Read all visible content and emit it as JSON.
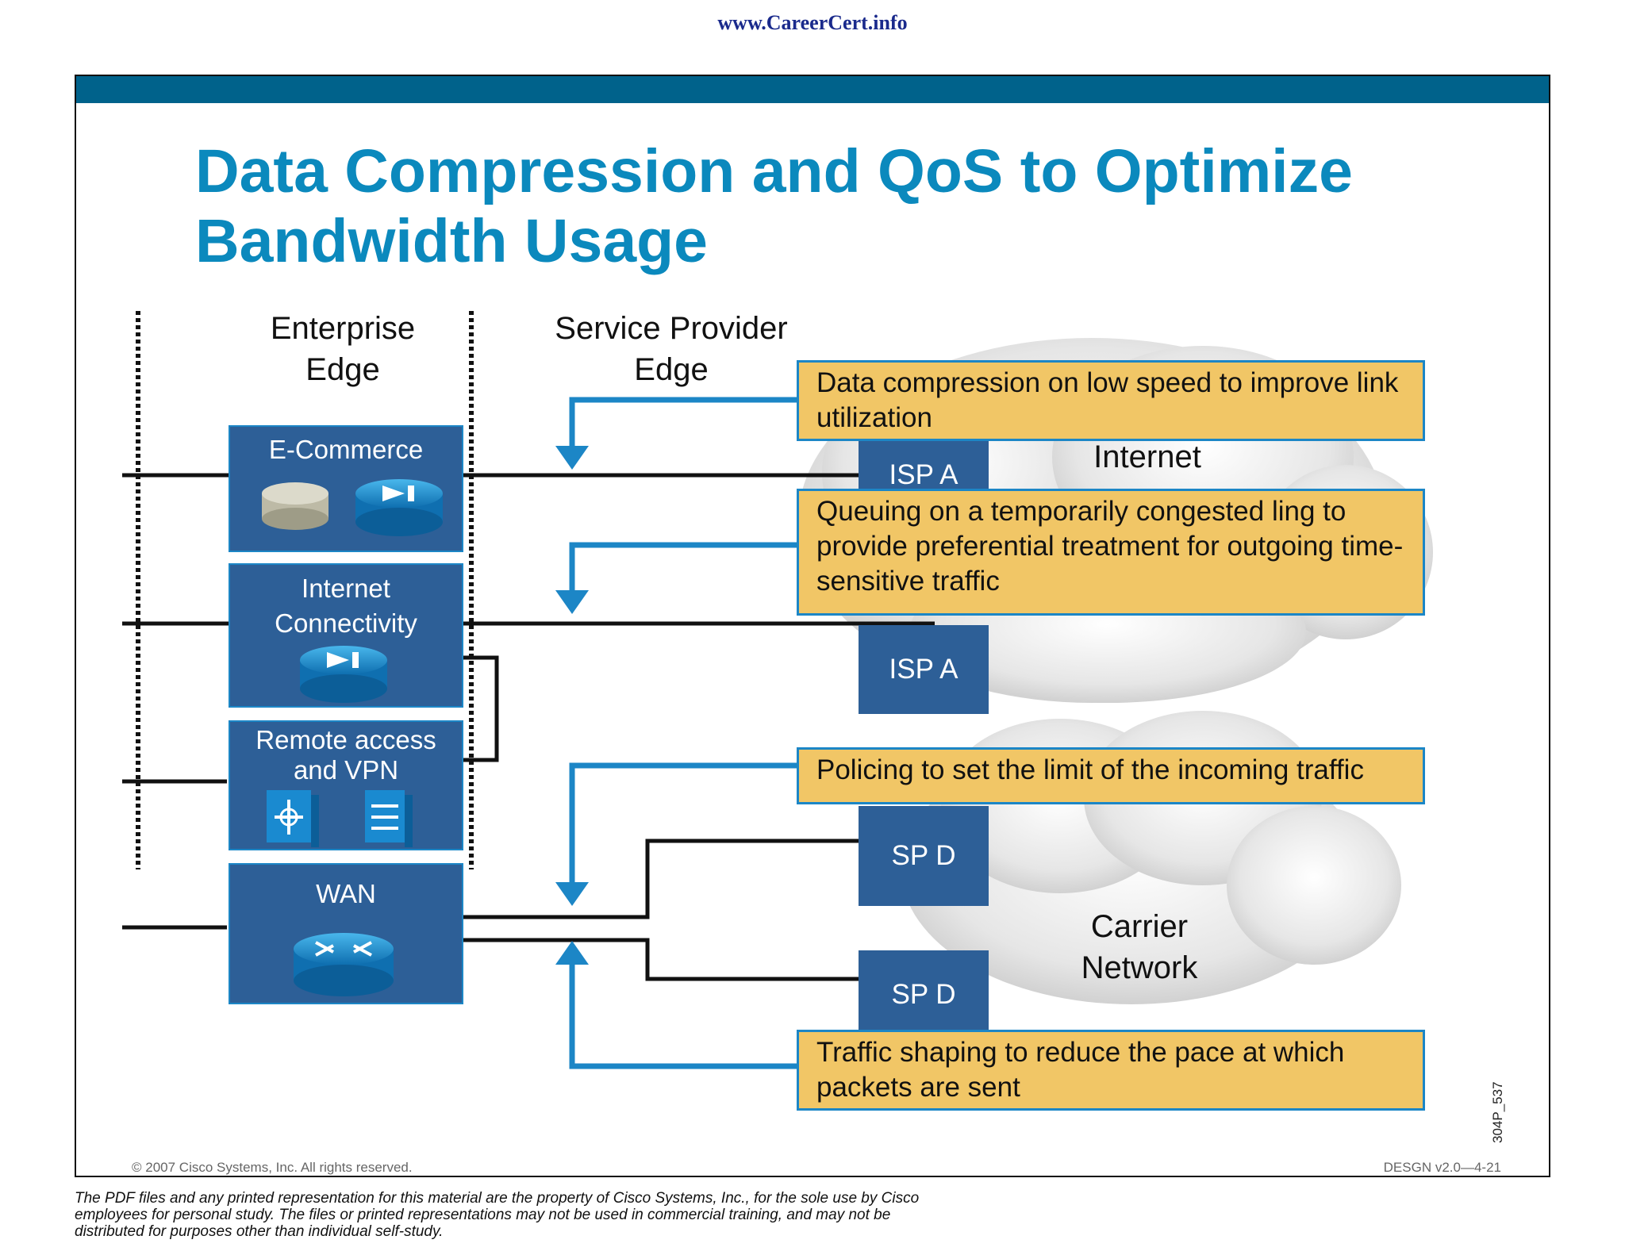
{
  "header": {
    "site_url": "www.CareerCert.info"
  },
  "slide": {
    "title": "Data Compression and QoS to Optimize Bandwidth Usage",
    "columns": {
      "enterprise": "Enterprise Edge",
      "provider": "Service Provider Edge"
    },
    "blocks": [
      {
        "label": "E-Commerce",
        "icons": [
          "server-icon",
          "router-icon"
        ]
      },
      {
        "label": "Internet Connectivity",
        "icons": [
          "router-icon"
        ]
      },
      {
        "label": "Remote access and VPN",
        "icons": [
          "vpn-concentrator-icon",
          "firewall-icon"
        ]
      },
      {
        "label": "WAN",
        "icons": [
          "router-icon"
        ]
      }
    ],
    "links": {
      "isp_top": "ISP A",
      "isp_bottom": "ISP A",
      "sp_top": "SP D",
      "sp_bottom": "SP D"
    },
    "clouds": {
      "internet": "Internet",
      "carrier": "Carrier Network"
    },
    "notes": {
      "compression": "Data compression on low speed to improve link utilization",
      "queuing": "Queuing on a temporarily congested ling to provide preferential treatment for outgoing time-sensitive traffic",
      "policing": "Policing to set the limit of the incoming traffic",
      "shaping": "Traffic shaping to reduce the pace at which packets are sent"
    },
    "colors": {
      "title": "#0b89bd",
      "block": "#2d5f97",
      "note": "#f1c666",
      "arrow": "#1c86c6",
      "bar": "#00628b"
    },
    "figure_id": "304P_537",
    "copyright": "© 2007 Cisco Systems, Inc. All rights reserved.",
    "course_code": "DESGN v2.0—4-21"
  },
  "footer": {
    "disclaimer": "The PDF files and any printed representation for this material are the property of Cisco Systems, Inc., for the sole use by Cisco employees for personal study. The files or printed representations may not be used in commercial training, and may not be distributed for purposes other than individual self-study."
  }
}
